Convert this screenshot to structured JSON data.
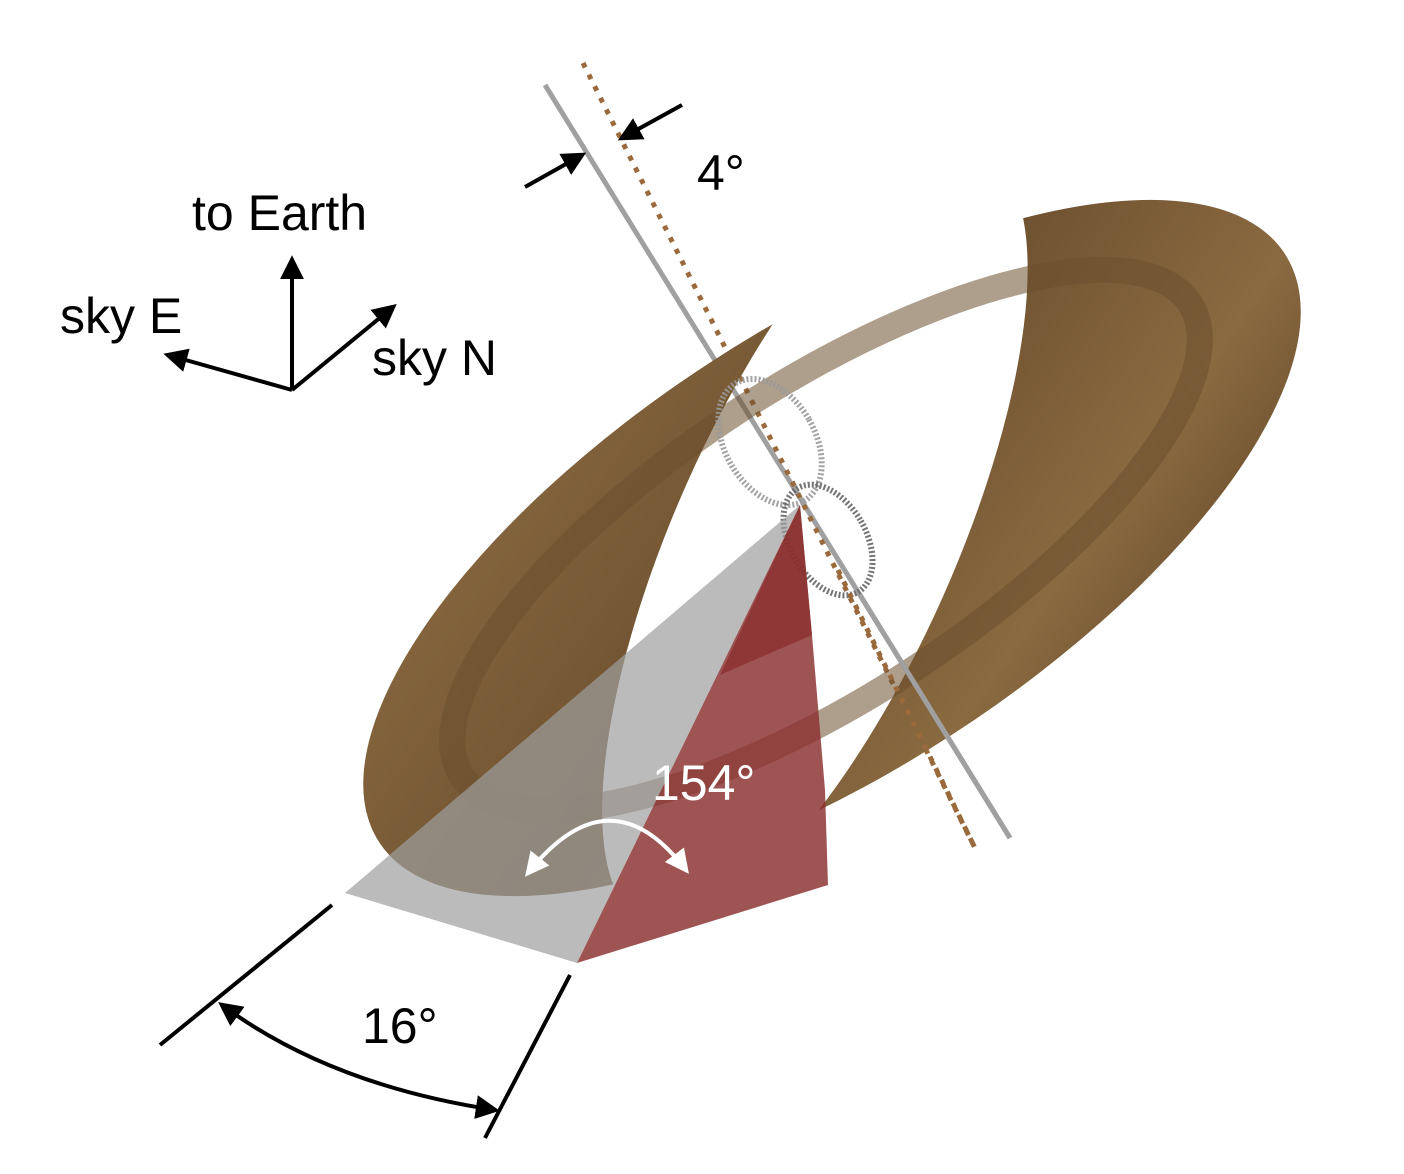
{
  "labels": {
    "axis_up": "to Earth",
    "axis_left": "sky E",
    "axis_right": "sky N",
    "angle_tilt": "4°",
    "angle_phase": "154°",
    "angle_opening": "16°"
  },
  "colors": {
    "ring": "#7a5a35",
    "ring_highlight": "#8c6c42",
    "ring_shadow": "#5e4428",
    "ring_inner": "#6b4e2e",
    "axis_line": "#a0a0a0",
    "dotted_axis": "#9a6a3c",
    "gray_sector": "#9e9e9e",
    "red_sector": "#8a2e2e",
    "arrow_black": "#000000",
    "arrow_white": "#ffffff"
  }
}
